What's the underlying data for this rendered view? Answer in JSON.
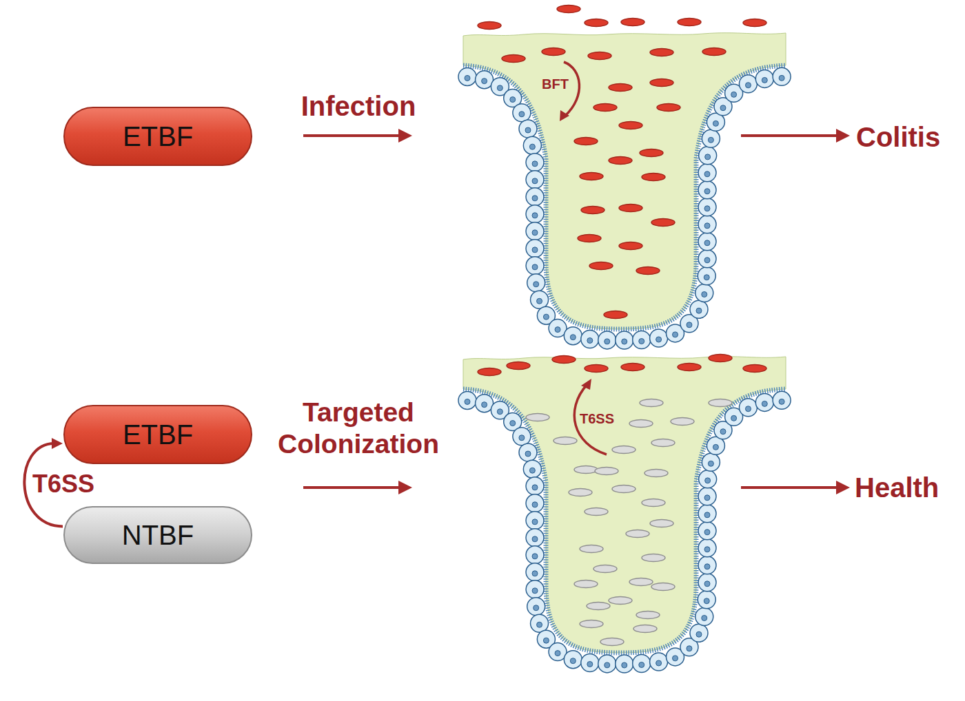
{
  "diagram": {
    "nodes": [
      {
        "text": [
          "ETBF"
        ]
      },
      {
        "text": [
          "ETBF"
        ]
      },
      {
        "text": [
          "NTBF"
        ]
      }
    ],
    "edges": [
      {
        "from": 2,
        "to": 1,
        "arrow": "to",
        "label": "T6SS"
      }
    ],
    "labels": [
      "Infection",
      "BFT",
      "Colitis",
      "Targeted Colonization",
      "T6SS",
      "Health"
    ]
  }
}
